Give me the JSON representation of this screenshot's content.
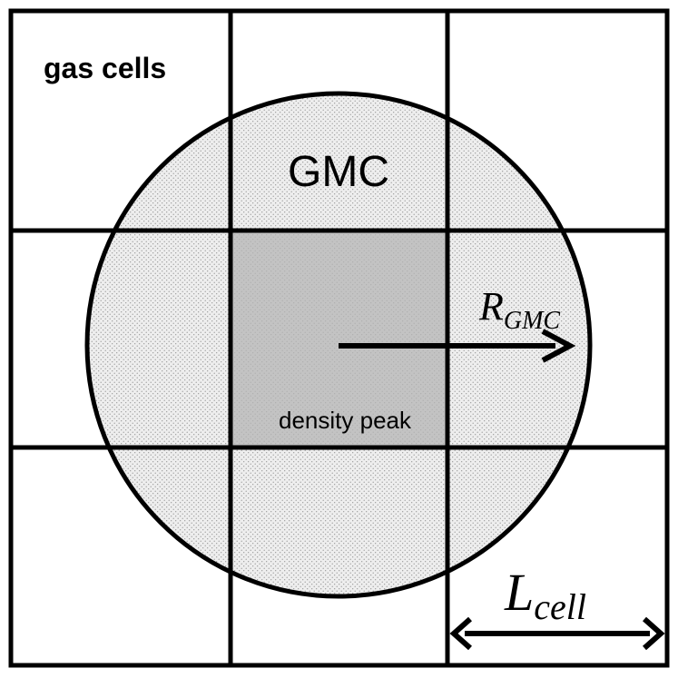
{
  "labels": {
    "gas_cells": "gas cells",
    "gmc": "GMC",
    "density_peak": "density peak",
    "radius_main": "R",
    "radius_sub": "GMC",
    "cell_main": "L",
    "cell_sub": "cell"
  },
  "colors": {
    "line": "#000000",
    "background": "#ffffff",
    "cloud_fill": "#eeeeee",
    "stipple": "#8a8a8a",
    "peak_fill": "#b5b5b5"
  },
  "grid": {
    "rows": 3,
    "cols": 3
  }
}
